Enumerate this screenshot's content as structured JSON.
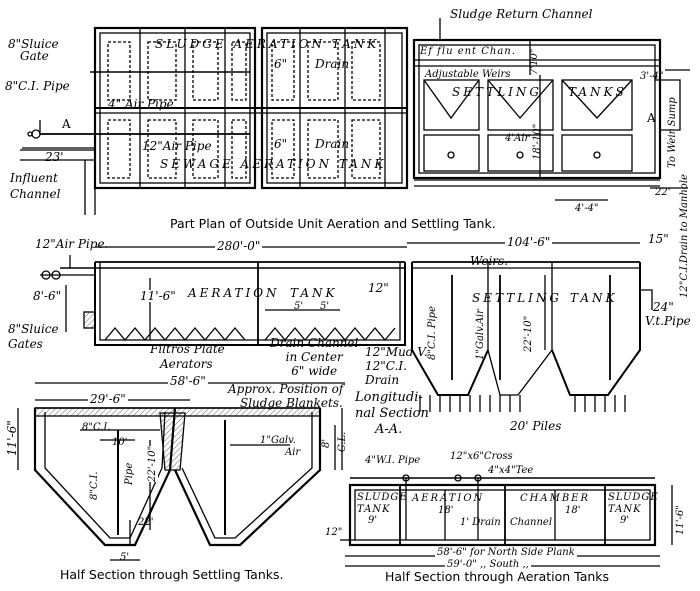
{
  "captions": {
    "plan": "Part Plan of Outside Unit Aeration and Settling Tank.",
    "settling_section": "Half Section through Settling Tanks.",
    "aeration_section": "Half Section through Aeration Tanks",
    "longitudinal": [
      "Longitudi-",
      "nal Section",
      "A-A."
    ]
  },
  "plan": {
    "sluice_gate": [
      "8\"Sluice",
      "Gate"
    ],
    "ci_pipe": "8\"C.I. Pipe",
    "sludge_tank": "SLUDGE   AERATION TANK",
    "sewage_tank": "SEWAGE   AERATION TANK",
    "air_pipe_4": "4\"  Air Pipe",
    "air_pipe_12": "12\"Air Pipe",
    "drain_6_top": "6\"",
    "drain_top": "Drain",
    "drain_6_bot": "6\"",
    "drain_bot": "Drain",
    "dim_23": "23'",
    "section_a_left": "A",
    "section_a_right": "A",
    "influent": [
      "Influent",
      "Channel"
    ],
    "sludge_return": "Sludge Return Channel",
    "effluent": "Ef flu ent  Chan.",
    "weirs": "Adjustable Weirs",
    "settling": "SETTLING",
    "tanks": "TANKS",
    "air_4": "4'Air",
    "dim_7_10": "7'10\"",
    "dim_18_10": "18'-10\"",
    "dim_3_4": "3'-4\"",
    "dim_22": "22'",
    "dim_4_4": "4'-4\"",
    "weir_sump": "To Weir Sump",
    "manhole": "12\"C.I.Drain to Manhole"
  },
  "long": {
    "air_pipe": "12\"Air Pipe.",
    "dim_280": "280'-0\"",
    "dim_104": "104'-6\"",
    "dim_15": "15\"",
    "dim_8_6": "8'-6\"",
    "dim_11_6": "11'-6\"",
    "aeration": "AERATION",
    "tank": "TANK",
    "dim_12": "12\"",
    "dim_5a": "5'",
    "dim_5b": "5'",
    "sluice": [
      "8\"Sluice",
      "Gates"
    ],
    "filtros": [
      "Filtros Plate",
      "Aerators"
    ],
    "drain_channel": [
      "Drain Channel",
      "in Center",
      "6\" wide"
    ],
    "mud_valve": [
      "12\"Mud V.",
      "12\"C.I.",
      "Drain"
    ],
    "weirs": "Weirs.",
    "settling": "SETTLING",
    "settling_tank": "TANK",
    "ci_pipe_8": "8\"C.I. Pipe",
    "galv_air": "1\"Galv.Air",
    "dim_22_10": "22'-10\"",
    "vt_pipe": [
      "24\"",
      "V.t.Pipe"
    ],
    "piles": "20' Piles"
  },
  "settle": {
    "dim_58_6": "58'-6\"",
    "dim_29_6": "29'-6\"",
    "dim_11_6": "11'-6\"",
    "blanket": [
      "Approx. Position of",
      "Sludge Blankets."
    ],
    "ci_8": "8\"C.I.",
    "dim_10": "10'",
    "ci_pipe": "8\"C.I.",
    "pipe": "Pipe",
    "dim_22_10": "22'-10\"",
    "galv": "1\"Galv.",
    "air": "Air",
    "dim_22": "22'",
    "dim_5": "5'",
    "dim_8": "8'",
    "cl": "C.L."
  },
  "aerate": {
    "wi_pipe": "4\"W.I. Pipe",
    "cross": "12\"x6\"Cross",
    "tee": "4\"x4\"Tee",
    "sludge_l": [
      "SLUDGE",
      "TANK"
    ],
    "aeration": "AERATION",
    "chamber": "CHAMBER",
    "sludge_r": [
      "SLUDGE",
      "TANK"
    ],
    "dim_9a": "9'",
    "dim_18a": "18'",
    "drain": "1' Drain",
    "channel": "Channel",
    "dim_18b": "18'",
    "dim_9b": "9'",
    "dim_12": "12\"",
    "dim_11_6": "11'-6\"",
    "dim_58_6": "58'-6\" for North Side Plank",
    "dim_59": "59'-0\"  ,,  South  ,,"
  }
}
